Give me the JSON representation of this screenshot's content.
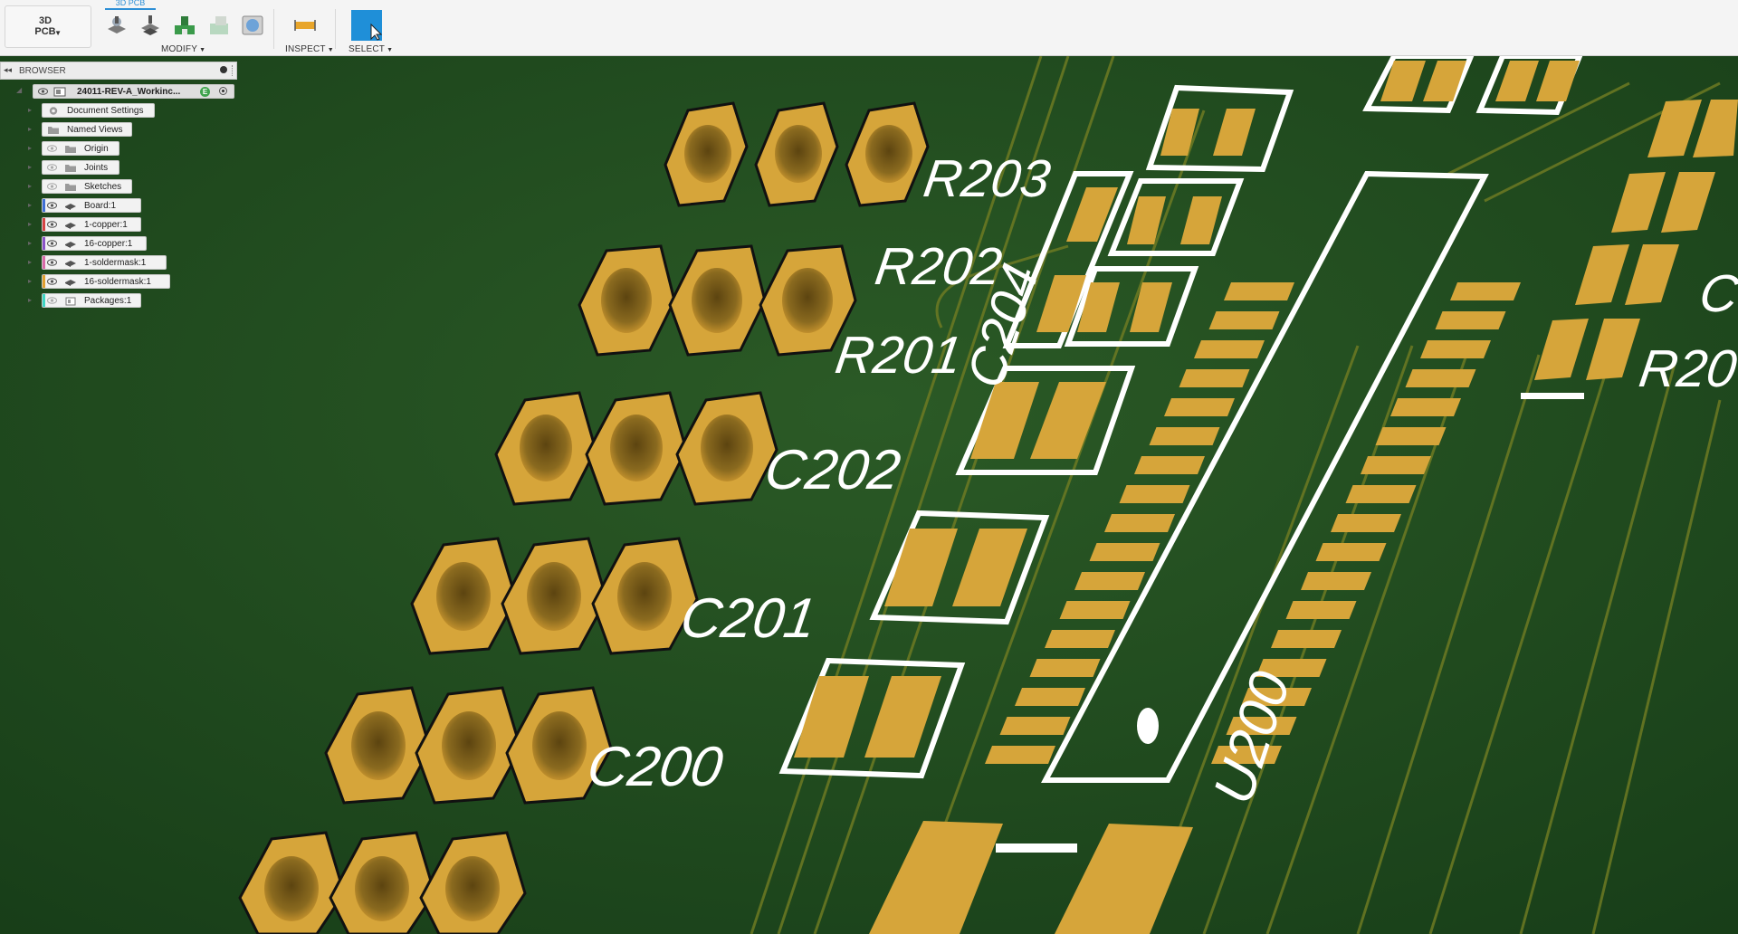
{
  "toolbar": {
    "workspace_line1": "3D",
    "workspace_line2": "PCB",
    "active_tab": "3D PCB",
    "modify_label": "MODIFY",
    "inspect_label": "INSPECT",
    "select_label": "SELECT",
    "icons": [
      "push-board-icon",
      "pull-board-icon",
      "cross-section-icon",
      "place-component-icon",
      "view-render-icon",
      "measure-icon",
      "select-cursor-icon"
    ]
  },
  "browser": {
    "title": "BROWSER",
    "root_label": "24011-REV-A_Workinc...",
    "root_badge": "E",
    "items": [
      {
        "label": "Document Settings",
        "icon": "gear-icon",
        "visible": null,
        "color": null
      },
      {
        "label": "Named Views",
        "icon": "folder-icon",
        "visible": null,
        "color": null
      },
      {
        "label": "Origin",
        "icon": "folder-icon",
        "visible": false,
        "color": null
      },
      {
        "label": "Joints",
        "icon": "folder-icon",
        "visible": false,
        "color": null
      },
      {
        "label": "Sketches",
        "icon": "folder-icon",
        "visible": false,
        "color": null
      },
      {
        "label": "Board:1",
        "icon": "body-icon",
        "visible": true,
        "color": "#3f6fd6"
      },
      {
        "label": "1-copper:1",
        "icon": "body-icon",
        "visible": true,
        "color": "#d64545"
      },
      {
        "label": "16-copper:1",
        "icon": "body-icon",
        "visible": true,
        "color": "#8a52c7"
      },
      {
        "label": "1-soldermask:1",
        "icon": "body-icon",
        "visible": true,
        "color": "#d96aa8"
      },
      {
        "label": "16-soldermask:1",
        "icon": "body-icon",
        "visible": true,
        "color": "#e0a030"
      },
      {
        "label": "Packages:1",
        "icon": "component-icon",
        "visible": false,
        "color": "#3fd6c4"
      }
    ]
  },
  "pcb": {
    "board_color": "#1f4a1f",
    "pad_color": "#d6a53a",
    "silkscreen_color": "#ffffff",
    "labels": [
      "R203",
      "R202",
      "C204",
      "R201",
      "C202",
      "C201",
      "C200",
      "U200",
      "R20",
      "C"
    ]
  }
}
